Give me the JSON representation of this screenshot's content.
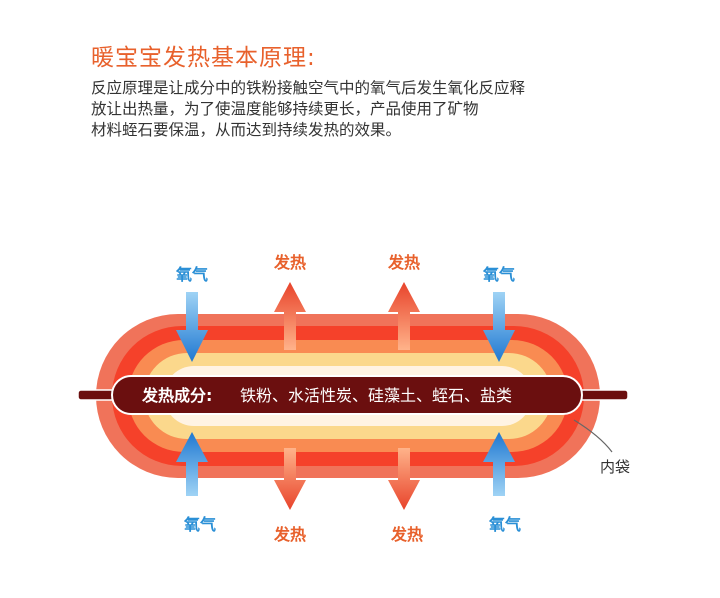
{
  "title": "暖宝宝发热基本原理:",
  "description": [
    "反应原理是让成分中的铁粉接触空气中的氧气后发生氧化反应释",
    "放让出热量，为了使温度能够持续更长，产品使用了矿物",
    "材料蛭石要保温，从而达到持续发热的效果。"
  ],
  "labels": {
    "oxygen": "氧气",
    "heat": "发热",
    "inner_bag": "内袋",
    "ingredients_key": "发热成分:",
    "ingredients_value": "铁粉、水活性炭、硅藻土、蛭石、盐类"
  },
  "colors": {
    "title": "#e8612c",
    "oxygen_text": "#2a8fd6",
    "heat_text": "#e8612c",
    "bar_fill": "#6b0f0f",
    "outer_layer": "#f0735a",
    "mid_layer": "#f5412a",
    "inner_layer": "#f98b52",
    "core_layer": "#fbd88c"
  },
  "icons": [
    "blue-down-arrow-icon",
    "red-up-arrow-icon",
    "blue-up-arrow-icon",
    "red-down-arrow-icon"
  ]
}
